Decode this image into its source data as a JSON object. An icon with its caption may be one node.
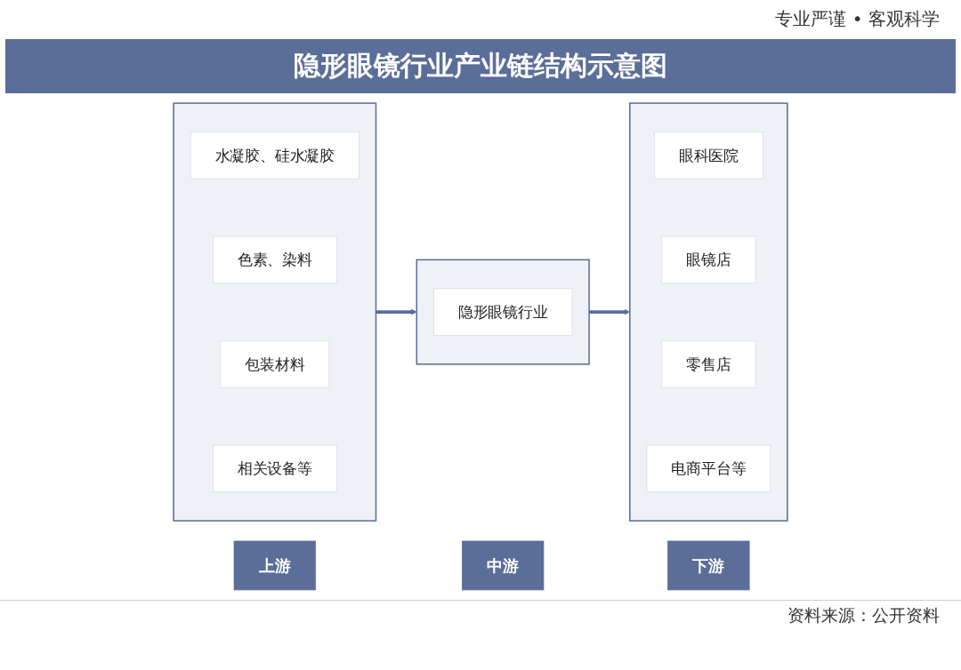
{
  "diagram": {
    "title": "隐形眼镜行业产业链结构示意图",
    "nodes": [
      {
        "text": [
          "上游"
        ]
      },
      {
        "text": [
          "中游"
        ]
      },
      {
        "text": [
          "下游"
        ]
      },
      {
        "text": [],
        "shape": "box"
      },
      {
        "text": [
          "水凝胶、硅水凝胶"
        ],
        "in": 3
      },
      {
        "text": [
          "色素、染料"
        ],
        "in": 3
      },
      {
        "text": [
          "包装材料"
        ],
        "in": 3
      },
      {
        "text": [
          "相关设备等"
        ],
        "in": 3
      },
      {
        "text": [],
        "shape": "box"
      },
      {
        "text": [
          "隐形眼镜行业"
        ],
        "in": 8
      },
      {
        "text": [],
        "shape": "box"
      },
      {
        "text": [
          "眼科医院"
        ],
        "in": 10
      },
      {
        "text": [
          "眼镜店"
        ],
        "in": 10
      },
      {
        "text": [
          "零售店"
        ],
        "in": 10
      },
      {
        "text": [
          "电商平台等"
        ],
        "in": 10
      }
    ],
    "edges": [
      {
        "from": 3,
        "to": 8,
        "arrow": "to"
      },
      {
        "from": 8,
        "to": 10,
        "arrow": "to"
      }
    ],
    "labels": [
      "专业严谨 • 客观科学",
      "资料来源：公开资料"
    ]
  }
}
